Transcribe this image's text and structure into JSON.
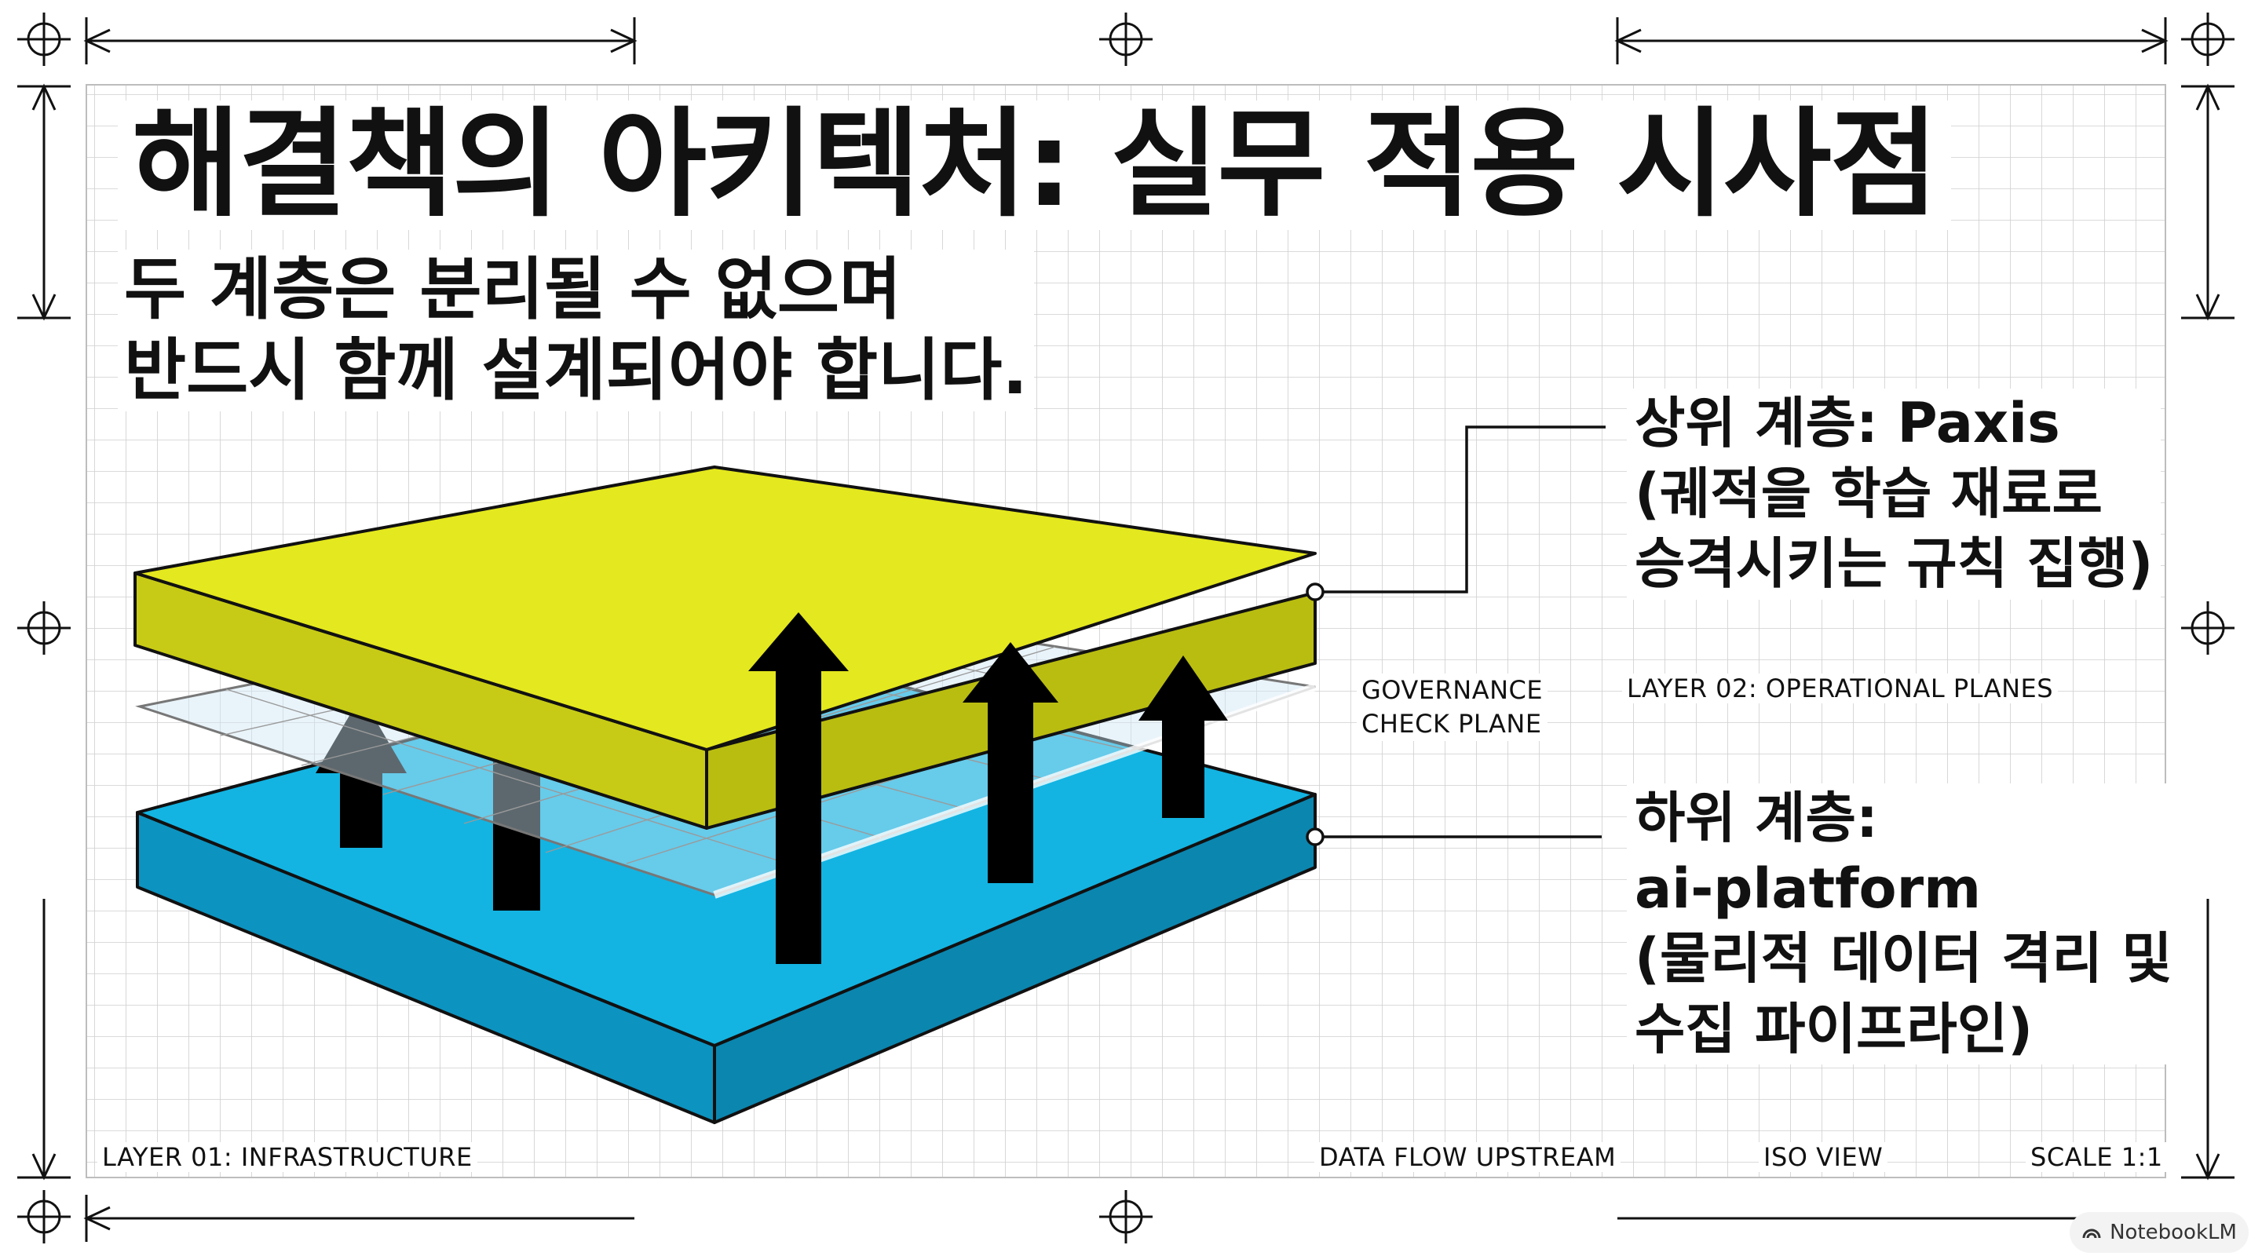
{
  "title": "해결책의 아키텍처: 실무 적용 시사점",
  "subtitle": {
    "line1": "두 계층은 분리될 수 없으며",
    "line2": "반드시 함께 설계되어야 합니다."
  },
  "upper_layer": {
    "heading": "상위 계층: Paxis",
    "desc_line1": "(궤적을 학습 재료로",
    "desc_line2": "승격시키는 규칙 집행)"
  },
  "lower_layer": {
    "heading_line1": "하위 계층:",
    "heading_line2": "ai-platform",
    "desc_line1": "(물리적 데이터 격리 및",
    "desc_line2": "수집 파이프라인)"
  },
  "governance_label": {
    "line1": "GOVERNANCE",
    "line2": "CHECK  PLANE"
  },
  "layer02_label": "LAYER 02: OPERATIONAL PLANES",
  "footer": {
    "layer01": "LAYER 01: INFRASTRUCTURE",
    "flow": "DATA FLOW UPSTREAM",
    "view": "ISO VIEW",
    "scale": "SCALE 1:1"
  },
  "watermark": "NotebookLM",
  "colors": {
    "upper_plane": "#E4E81E",
    "lower_plane": "#13B4E2",
    "arrows": "#000000",
    "grid": "#CFCFCF"
  }
}
